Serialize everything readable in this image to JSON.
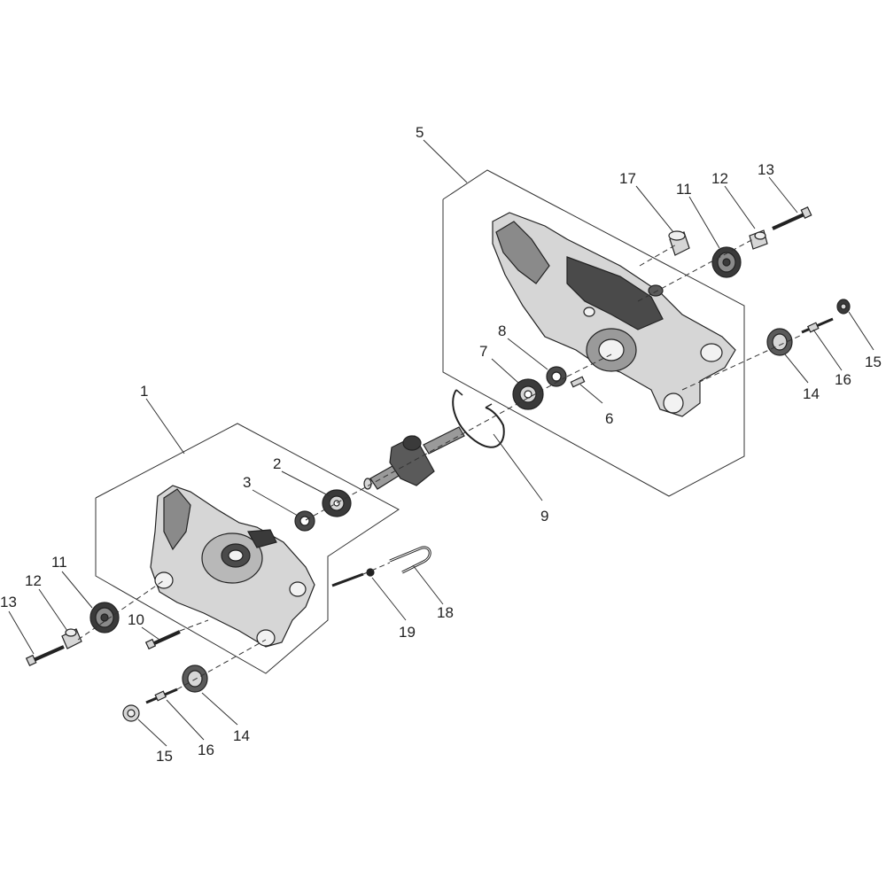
{
  "labels": {
    "l1": "1",
    "l2": "2",
    "l3": "3",
    "l5": "5",
    "l6": "6",
    "l7": "7",
    "l8": "8",
    "l9": "9",
    "l10": "10",
    "l11_right": "11",
    "l12_right": "12",
    "l13_right": "13",
    "l14_right": "14",
    "l15_right": "15",
    "l16_right": "16",
    "l17": "17",
    "l11_left": "11",
    "l12_left": "12",
    "l13_left": "13",
    "l14_left": "14",
    "l15_left": "15",
    "l16_left": "16",
    "l18": "18",
    "l19": "19"
  },
  "colors": {
    "line": "#333333",
    "part_dark": "#3a3a3a",
    "part_mid": "#8a8a8a",
    "part_light": "#d6d6d6",
    "background": "#ffffff"
  }
}
